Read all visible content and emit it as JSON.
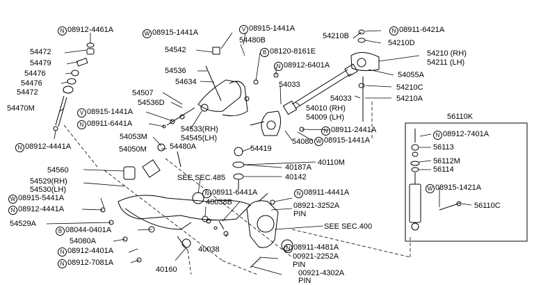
{
  "labels": {
    "l1": {
      "prefix": "N",
      "text": "08912-4461A"
    },
    "l2": {
      "prefix": "",
      "text": "54472"
    },
    "l3": {
      "prefix": "",
      "text": "54479"
    },
    "l4": {
      "prefix": "",
      "text": "54476"
    },
    "l5": {
      "prefix": "",
      "text": "54476"
    },
    "l6": {
      "prefix": "",
      "text": "54472"
    },
    "l7": {
      "prefix": "",
      "text": "54470M"
    },
    "l8": {
      "prefix": "N",
      "text": "08912-4441A"
    },
    "l9": {
      "prefix": "W",
      "text": "08915-1441A"
    },
    "l10": {
      "prefix": "",
      "text": "54542"
    },
    "l11": {
      "prefix": "",
      "text": "54536"
    },
    "l12": {
      "prefix": "",
      "text": "54634"
    },
    "l13": {
      "prefix": "",
      "text": "54507"
    },
    "l14": {
      "prefix": "",
      "text": "54536D"
    },
    "l15": {
      "prefix": "V",
      "text": "08915-1441A"
    },
    "l16": {
      "prefix": "N",
      "text": "08911-6441A"
    },
    "l17": {
      "prefix": "",
      "text": "54053M"
    },
    "l18": {
      "prefix": "",
      "text": "54050M"
    },
    "l19": {
      "prefix": "",
      "text": "54480A"
    },
    "l20": {
      "prefix": "",
      "text": "54533(RH)"
    },
    "l21": {
      "prefix": "",
      "text": "54545(LH)"
    },
    "l22": {
      "prefix": "V",
      "text": "08915-1441A"
    },
    "l23": {
      "prefix": "",
      "text": "54480B"
    },
    "l24": {
      "prefix": "B",
      "text": "08120-8161E"
    },
    "l25": {
      "prefix": "N",
      "text": "08912-6401A"
    },
    "l26": {
      "prefix": "",
      "text": "54033"
    },
    "l27": {
      "prefix": "",
      "text": "54033"
    },
    "l28": {
      "prefix": "",
      "text": "54010 (RH)"
    },
    "l29": {
      "prefix": "",
      "text": "54009 (LH)"
    },
    "l30": {
      "prefix": "",
      "text": "54210B"
    },
    "l31": {
      "prefix": "N",
      "text": "08911-6421A"
    },
    "l32": {
      "prefix": "",
      "text": "54210D"
    },
    "l33": {
      "prefix": "",
      "text": "54210 (RH)"
    },
    "l34": {
      "prefix": "",
      "text": "54211 (LH)"
    },
    "l35": {
      "prefix": "",
      "text": "54055A"
    },
    "l36": {
      "prefix": "",
      "text": "54210C"
    },
    "l37": {
      "prefix": "",
      "text": "54210A"
    },
    "l38": {
      "prefix": "",
      "text": "56110K"
    },
    "l39": {
      "prefix": "N",
      "text": "08912-7401A"
    },
    "l40": {
      "prefix": "",
      "text": "56113"
    },
    "l41": {
      "prefix": "",
      "text": "56112M"
    },
    "l42": {
      "prefix": "",
      "text": "56114"
    },
    "l43": {
      "prefix": "W",
      "text": "08915-1421A"
    },
    "l44": {
      "prefix": "",
      "text": "56110C"
    },
    "l45": {
      "prefix": "N",
      "text": "08911-2441A"
    },
    "l46": {
      "prefix": "",
      "text": "54080"
    },
    "l47": {
      "prefix": "W",
      "text": "08915-1441A"
    },
    "l48": {
      "prefix": "",
      "text": "54419"
    },
    "l49": {
      "prefix": "",
      "text": "40110M"
    },
    "l50": {
      "prefix": "",
      "text": "40187A"
    },
    "l51": {
      "prefix": "",
      "text": "40142"
    },
    "l52": {
      "prefix": "",
      "text": "54560"
    },
    "l53": {
      "prefix": "",
      "text": "54529(RH)"
    },
    "l54": {
      "prefix": "",
      "text": "54530(LH)"
    },
    "l55": {
      "prefix": "W",
      "text": "08915-5441A"
    },
    "l56": {
      "prefix": "N",
      "text": "08912-4441A"
    },
    "l57": {
      "prefix": "",
      "text": "54529A"
    },
    "l58": {
      "prefix": "B",
      "text": "08044-0401A"
    },
    "l59": {
      "prefix": "",
      "text": "54080A"
    },
    "l60": {
      "prefix": "N",
      "text": "08912-4401A"
    },
    "l61": {
      "prefix": "N",
      "text": "08912-7081A"
    },
    "l62": {
      "prefix": "",
      "text": "40160"
    },
    "l63": {
      "prefix": "",
      "text": "SEE SEC.485"
    },
    "l64": {
      "prefix": "N",
      "text": "08911-6441A"
    },
    "l65": {
      "prefix": "",
      "text": "40038B"
    },
    "l66": {
      "prefix": "",
      "text": "40038"
    },
    "l67": {
      "prefix": "N",
      "text": "08911-4441A"
    },
    "l68": {
      "prefix": "",
      "text": "08921-3252A"
    },
    "l69": {
      "prefix": "",
      "text": "PIN"
    },
    "l70": {
      "prefix": "",
      "text": "SEE SEC.400"
    },
    "l71": {
      "prefix": "N",
      "text": "08911-4481A"
    },
    "l72": {
      "prefix": "",
      "text": "00921-2252A"
    },
    "l73": {
      "prefix": "",
      "text": "PIN"
    },
    "l74": {
      "prefix": "",
      "text": "00921-4302A"
    },
    "l75": {
      "prefix": "",
      "text": "PIN"
    }
  }
}
